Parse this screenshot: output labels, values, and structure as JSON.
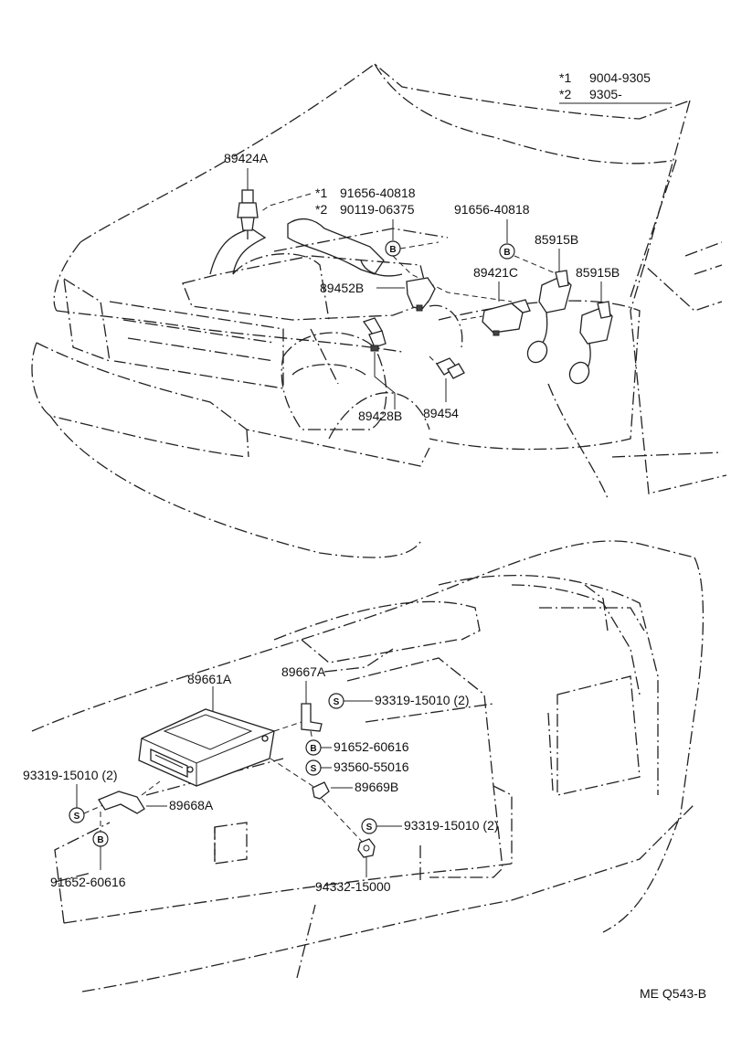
{
  "notes": [
    {
      "mark": "*1",
      "range": "9004-9305"
    },
    {
      "mark": "*2",
      "range": "9305-"
    }
  ],
  "labels": {
    "p89424A": "89424A",
    "note1_code": "*1",
    "note1_part": "91656-40818",
    "note2_code": "*2",
    "note2_part": "90119-06375",
    "p91656_40818_b": "91656-40818",
    "p85915B_a": "85915B",
    "p85915B_b": "85915B",
    "p89421C": "89421C",
    "p89452B": "89452B",
    "p89428B": "89428B",
    "p89454": "89454",
    "p89661A": "89661A",
    "p89667A": "89667A",
    "p93319_15010_top": "93319-15010 (2)",
    "p91652_60616_right": "91652-60616",
    "p93560_55016": "93560-55016",
    "p89669B": "89669B",
    "p93319_15010_mid": "93319-15010 (2)",
    "p94332_15000": "94332-15000",
    "p93319_15010_left": "93319-15010 (2)",
    "p89668A": "89668A",
    "p91652_60616_left": "91652-60616"
  },
  "badges": {
    "bolt": "B",
    "screw": "S"
  },
  "footer_code": "ME Q543-B"
}
